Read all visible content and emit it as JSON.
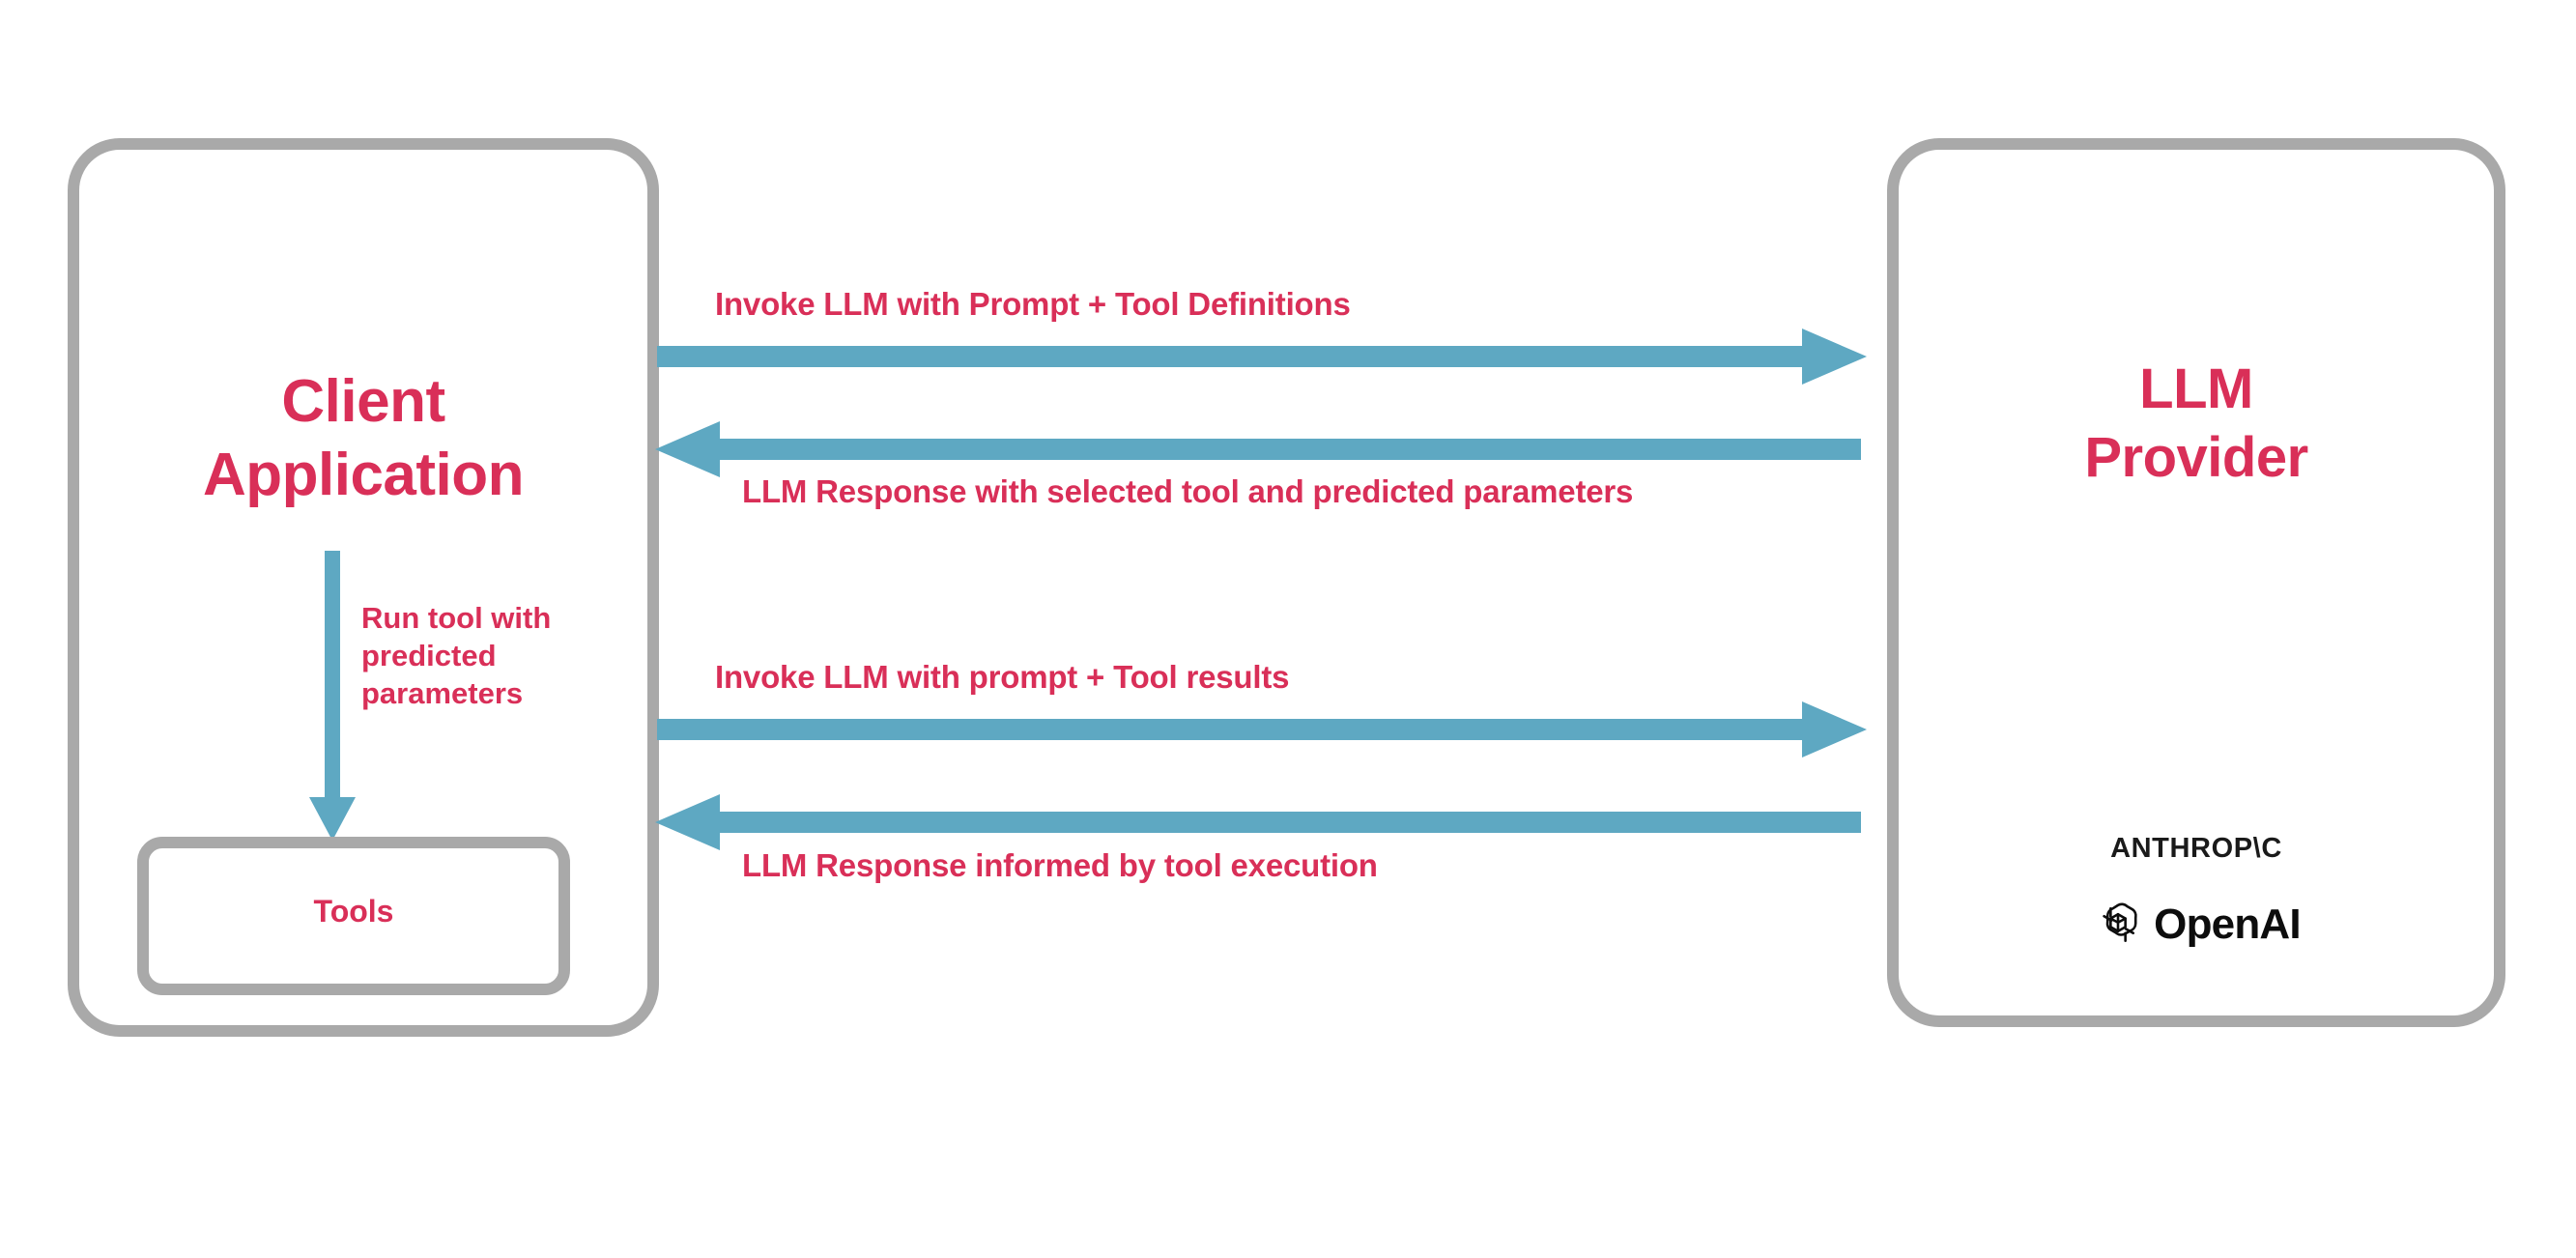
{
  "diagram": {
    "title": "LLM tool-calling sequence between client application and LLM provider",
    "colors": {
      "accent_pink": "#d92f58",
      "arrow_blue": "#5ea8c2",
      "box_gray": "#a9a9a9",
      "logo_black": "#0d0d0d",
      "background": "#ffffff"
    }
  },
  "client": {
    "title": "Client\nApplication",
    "tools_label": "Tools",
    "internal_arrow_label": "Run tool with\npredicted\nparameters"
  },
  "provider": {
    "title": "LLM\nProvider",
    "logos": [
      {
        "name": "anthropic-logo",
        "text": "ANTHROP\\C"
      },
      {
        "name": "openai-logo",
        "text": "OpenAI"
      }
    ]
  },
  "flows": [
    {
      "id": "flow-1",
      "direction": "right",
      "label": "Invoke LLM with Prompt + Tool Definitions"
    },
    {
      "id": "flow-2",
      "direction": "left",
      "label": "LLM Response with selected tool and predicted parameters"
    },
    {
      "id": "flow-3",
      "direction": "right",
      "label": "Invoke LLM with prompt + Tool results"
    },
    {
      "id": "flow-4",
      "direction": "left",
      "label": "LLM Response informed by tool execution"
    }
  ]
}
